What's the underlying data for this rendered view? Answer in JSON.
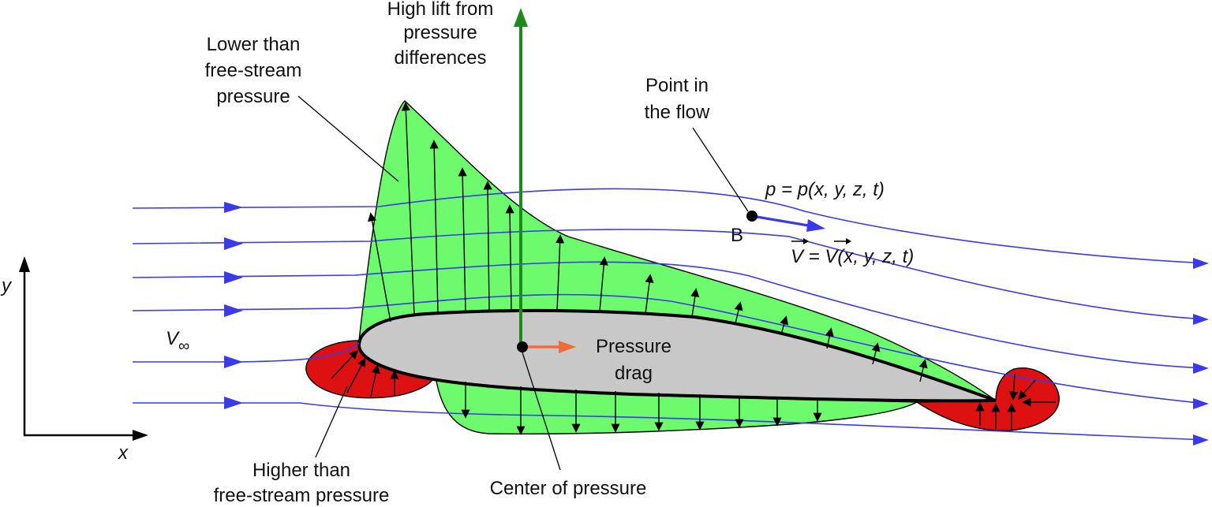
{
  "labels": {
    "lift": [
      "High lift from",
      "pressure",
      "differences"
    ],
    "lower_pressure": [
      "Lower than",
      "free-stream",
      "pressure"
    ],
    "point_in_flow": [
      "Point in",
      "the flow"
    ],
    "pressure_eq": "p = p(x, y, z, t)",
    "point_b": "B",
    "velocity_eq": "V = V(x, y, z, t)",
    "v_infinity": "V",
    "v_infinity_sub": "∞",
    "axis_x": "x",
    "axis_y": "y",
    "pressure_drag": [
      "Pressure",
      "drag"
    ],
    "higher_pressure": [
      "Higher than",
      "free-stream pressure"
    ],
    "center_of_pressure": "Center of pressure"
  },
  "colors": {
    "suction_fill": "#6dfa6d",
    "pressure_fill": "#dd1111",
    "airfoil_fill": "#c8c8c8",
    "streamline": "#3a3ae8",
    "lift_arrow": "#1c8a1c",
    "drag_arrow": "#f26b3a"
  }
}
